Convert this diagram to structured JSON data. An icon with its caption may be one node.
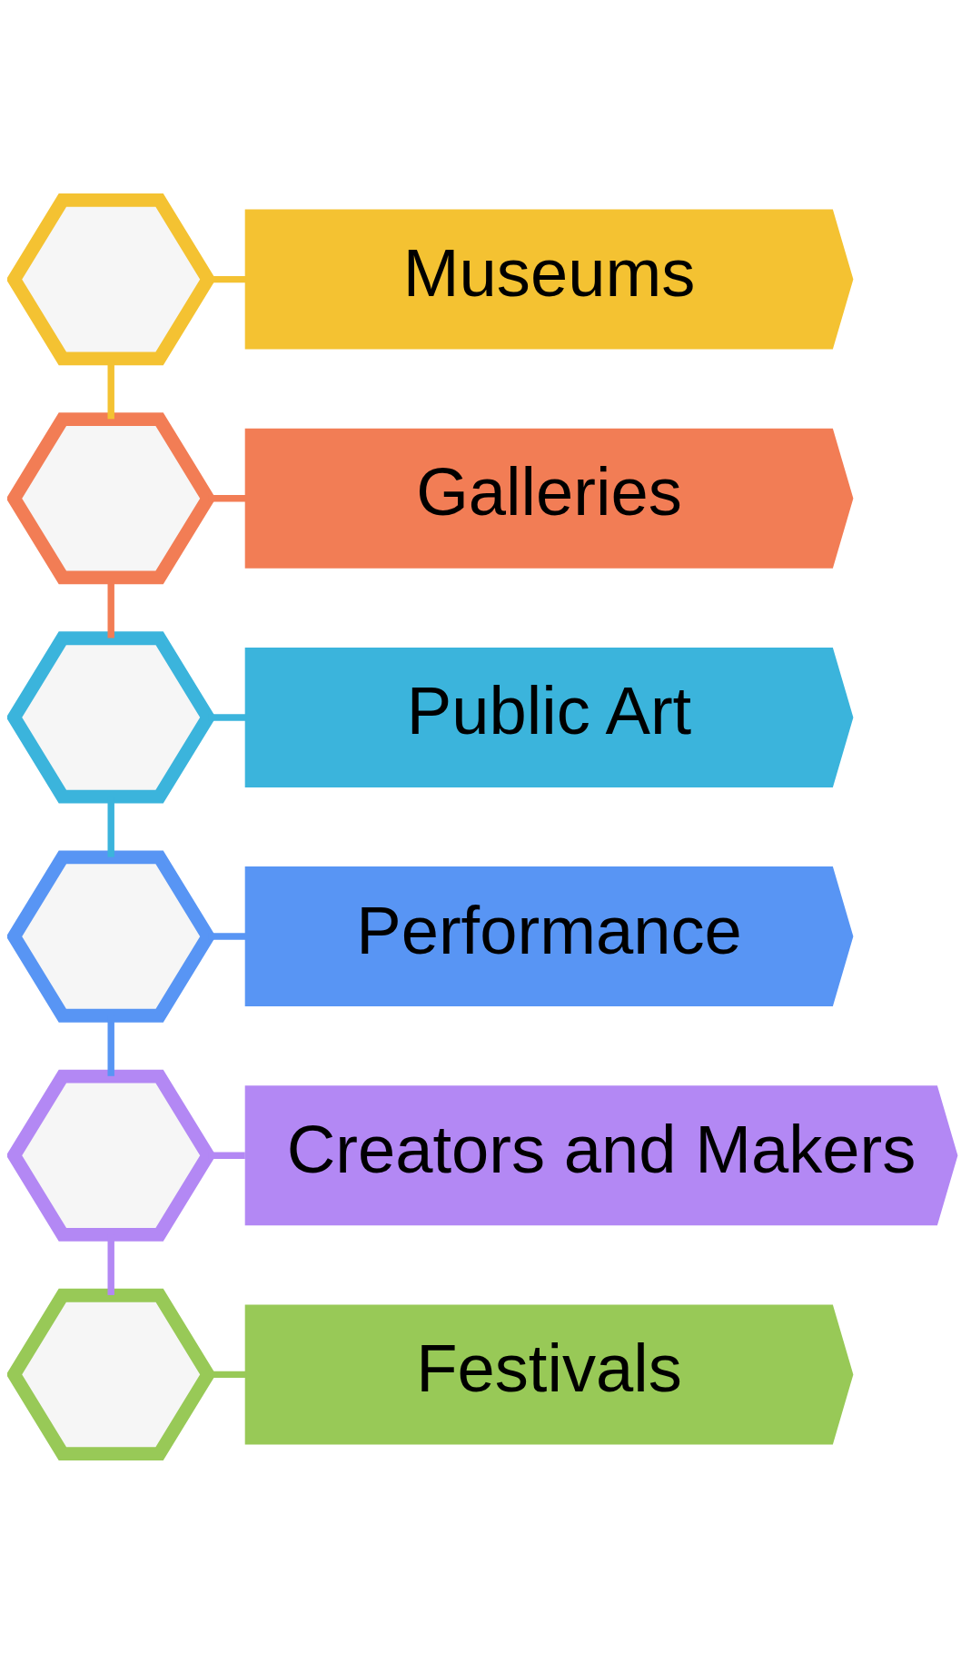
{
  "diagram": {
    "nodes": [
      {
        "text": [],
        "shape": "hexagon"
      },
      {
        "text": [
          "Museums"
        ]
      },
      {
        "text": [],
        "shape": "hexagon"
      },
      {
        "text": [
          "Galleries"
        ]
      },
      {
        "text": [],
        "shape": "hexagon"
      },
      {
        "text": [
          "Public Art"
        ]
      },
      {
        "text": [],
        "shape": "hexagon"
      },
      {
        "text": [
          "Performance"
        ]
      },
      {
        "text": [],
        "shape": "hexagon"
      },
      {
        "text": [
          "Creators and Makers"
        ]
      },
      {
        "text": [],
        "shape": "hexagon"
      },
      {
        "text": [
          "Festivals"
        ]
      }
    ],
    "edges": [
      {
        "from": 0,
        "to": 1,
        "arrow": "none",
        "color": "#f4c232"
      },
      {
        "from": 0,
        "to": 2,
        "arrow": "none",
        "color": "#f4c232"
      },
      {
        "from": 2,
        "to": 3,
        "arrow": "none",
        "color": "#f27d55"
      },
      {
        "from": 2,
        "to": 4,
        "arrow": "none",
        "color": "#f27d55"
      },
      {
        "from": 4,
        "to": 5,
        "arrow": "none",
        "color": "#3bb4dc"
      },
      {
        "from": 4,
        "to": 6,
        "arrow": "none",
        "color": "#3bb4dc"
      },
      {
        "from": 6,
        "to": 7,
        "arrow": "none",
        "color": "#5895f4"
      },
      {
        "from": 6,
        "to": 8,
        "arrow": "none",
        "color": "#5895f4"
      },
      {
        "from": 8,
        "to": 9,
        "arrow": "none",
        "color": "#b388f4"
      },
      {
        "from": 8,
        "to": 10,
        "arrow": "none",
        "color": "#b388f4"
      },
      {
        "from": 10,
        "to": 11,
        "arrow": "none",
        "color": "#98c957"
      }
    ]
  }
}
